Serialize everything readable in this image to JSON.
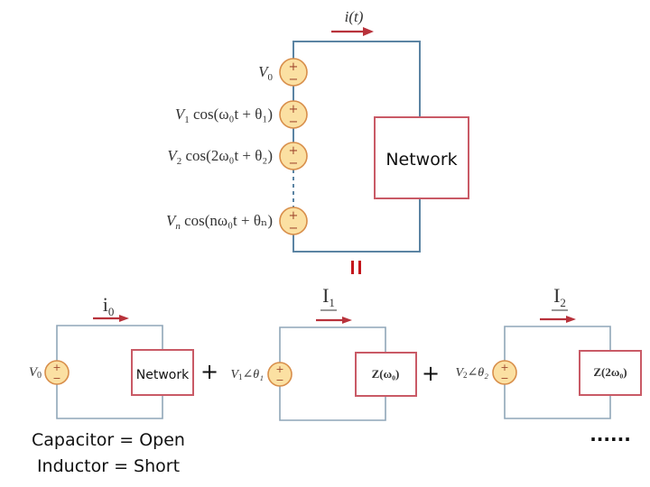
{
  "top_circuit": {
    "current_label": "i(t)",
    "sources": [
      {
        "label_main": "V",
        "label_sub": "0",
        "label_rest": ""
      },
      {
        "label_main": "V",
        "label_sub": "1",
        "label_rest": " cos(ω₀t + θ₁)"
      },
      {
        "label_main": "V",
        "label_sub": "2",
        "label_rest": " cos(2ω₀t + θ₂)"
      },
      {
        "label_main": "V",
        "label_sub": "n",
        "label_rest": " cos(nω₀t + θₙ)"
      }
    ],
    "network_label": "Network",
    "source_plus": "+",
    "source_minus": "−"
  },
  "equals_symbol": "=",
  "bottom_circuits": [
    {
      "current_main": "i",
      "current_sub": "0",
      "source_main": "V",
      "source_sub": "0",
      "source_rest": "",
      "load_label": "Network"
    },
    {
      "current_main": "I",
      "current_sub": "1",
      "source_main": "V",
      "source_sub": "1",
      "source_rest": "∠θ₁",
      "load_label": "Z(ω₀)"
    },
    {
      "current_main": "I",
      "current_sub": "2",
      "source_main": "V",
      "source_sub": "2",
      "source_rest": "∠θ₂",
      "load_label": "Z(2ω₀)"
    }
  ],
  "plus_operators": [
    "+",
    "+"
  ],
  "ellipsis": "......",
  "notes": {
    "line1": "Capacitor = Open",
    "line2": "Inductor = Short"
  },
  "colors": {
    "wire": "#5b84a3",
    "box_border": "#c95a66",
    "arrow": "#b8323b",
    "source_fill": "#fbe0a2",
    "equals": "#c4161c"
  }
}
